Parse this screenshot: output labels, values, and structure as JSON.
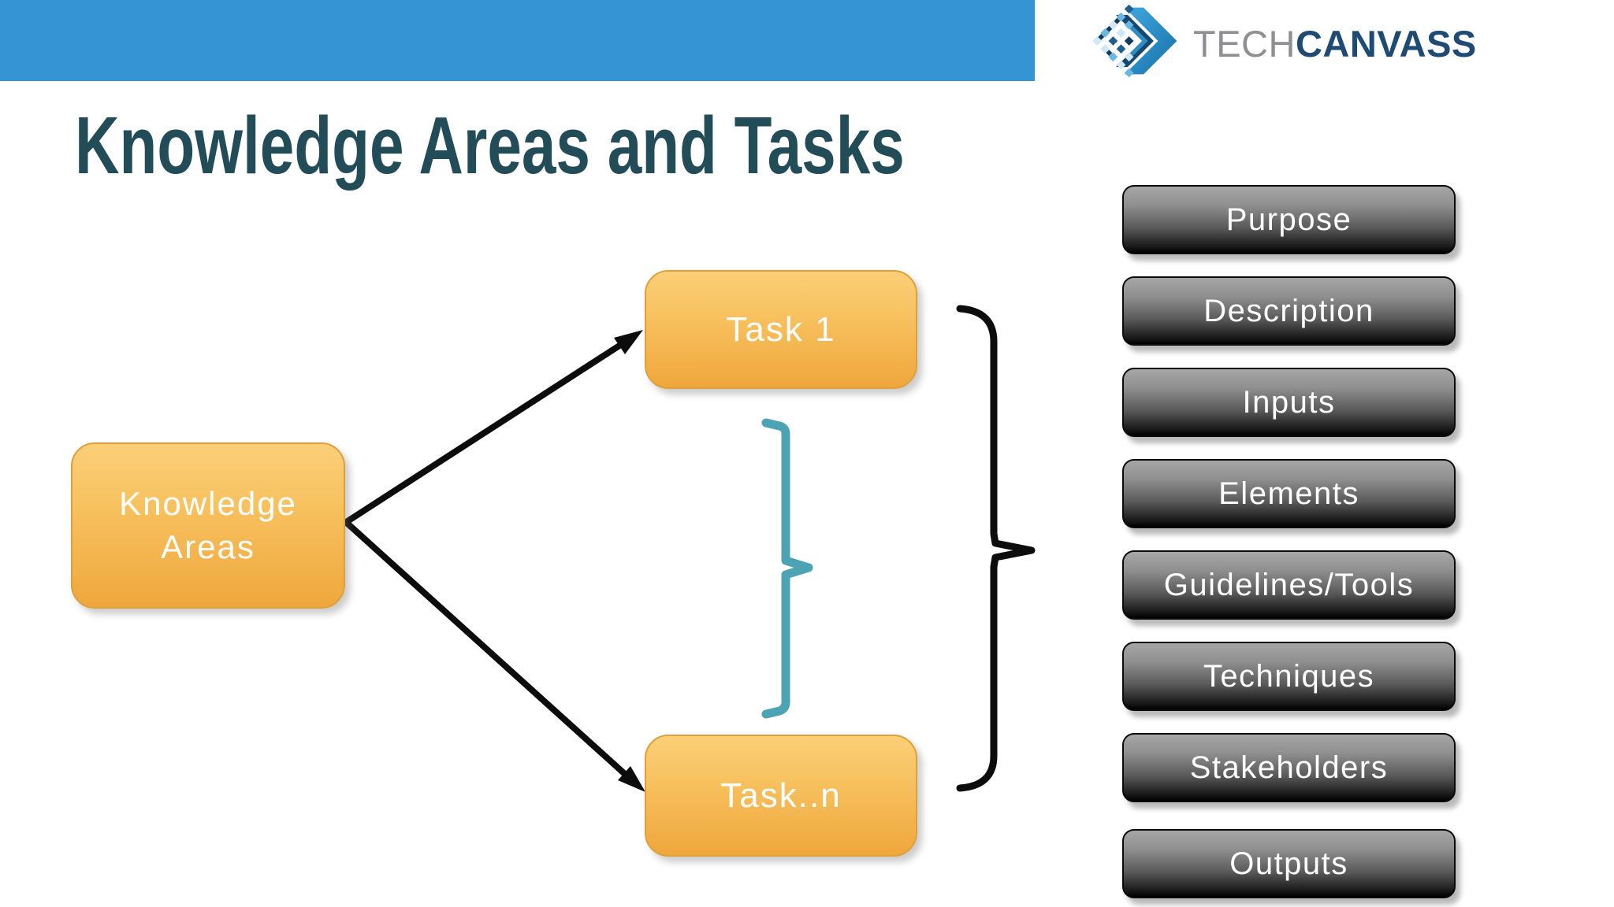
{
  "slide": {
    "title": "Knowledge Areas and Tasks"
  },
  "brand": {
    "logo_text_1": "TECH",
    "logo_text_2": "CANVASS",
    "icon": "techcanvass-chevron-logo"
  },
  "colors": {
    "header_bar_blue": "#3494d4",
    "title_text": "#214c58",
    "orange_box_top": "#fbcf78",
    "orange_box_bottom": "#efa73c",
    "gray_button_top": "#a7a7a7",
    "gray_button_bottom": "#000000",
    "bracket_teal": "#4ba3b4",
    "connector_black": "#0c0c0c",
    "logo_tech_gray": "#8d8f92",
    "logo_canvass_navy": "#1d4b74"
  },
  "diagram": {
    "knowledge_box": {
      "label": "Knowledge Areas"
    },
    "tasks": [
      {
        "label": "Task 1"
      },
      {
        "label": "Task..n"
      }
    ],
    "task_attributes": [
      "Purpose",
      "Description",
      "Inputs",
      "Elements",
      "Guidelines/Tools",
      "Techniques",
      "Stakeholders",
      "Outputs"
    ]
  }
}
